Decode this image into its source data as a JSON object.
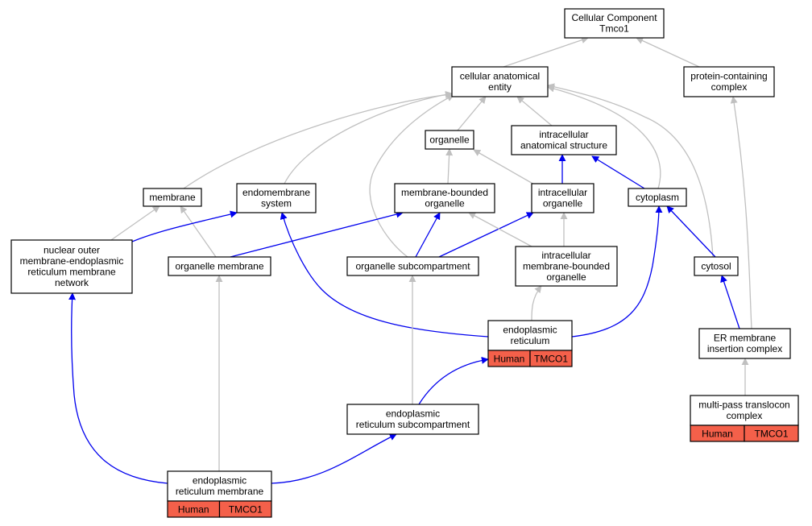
{
  "colors": {
    "is_a_edge": "#c0c0c0",
    "part_of_edge": "#0000ee",
    "annotation_fill": "#f4604a",
    "node_border": "#000000",
    "background": "#ffffff"
  },
  "nodes": [
    {
      "id": "root",
      "lines": [
        "Cellular Component",
        "Tmco1"
      ]
    },
    {
      "id": "cae",
      "lines": [
        "cellular anatomical",
        "entity"
      ]
    },
    {
      "id": "pcc",
      "lines": [
        "protein-containing",
        "complex"
      ]
    },
    {
      "id": "organelle",
      "lines": [
        "organelle"
      ]
    },
    {
      "id": "ias",
      "lines": [
        "intracellular",
        "anatomical structure"
      ]
    },
    {
      "id": "membrane",
      "lines": [
        "membrane"
      ]
    },
    {
      "id": "endomembrane",
      "lines": [
        "endomembrane",
        "system"
      ]
    },
    {
      "id": "mbo",
      "lines": [
        "membrane-bounded",
        "organelle"
      ]
    },
    {
      "id": "intraorg",
      "lines": [
        "intracellular",
        "organelle"
      ]
    },
    {
      "id": "cytoplasm",
      "lines": [
        "cytoplasm"
      ]
    },
    {
      "id": "nuclear",
      "lines": [
        "nuclear outer",
        "membrane-endoplasmic",
        "reticulum membrane",
        "network"
      ]
    },
    {
      "id": "orgmem",
      "lines": [
        "organelle membrane"
      ]
    },
    {
      "id": "orgsub",
      "lines": [
        "organelle subcompartment"
      ]
    },
    {
      "id": "imbo",
      "lines": [
        "intracellular",
        "membrane-bounded",
        "organelle"
      ]
    },
    {
      "id": "cytosol",
      "lines": [
        "cytosol"
      ]
    },
    {
      "id": "er",
      "lines": [
        "endoplasmic",
        "reticulum"
      ],
      "annotation": [
        "Human",
        "TMCO1"
      ]
    },
    {
      "id": "emc",
      "lines": [
        "ER membrane",
        "insertion complex"
      ]
    },
    {
      "id": "ersub",
      "lines": [
        "endoplasmic",
        "reticulum subcompartment"
      ]
    },
    {
      "id": "mptc",
      "lines": [
        "multi-pass translocon",
        "complex"
      ],
      "annotation": [
        "Human",
        "TMCO1"
      ]
    },
    {
      "id": "erm",
      "lines": [
        "endoplasmic",
        "reticulum membrane"
      ],
      "annotation": [
        "Human",
        "TMCO1"
      ]
    }
  ],
  "edges": [
    {
      "from": "cae",
      "to": "root",
      "type": "is_a"
    },
    {
      "from": "pcc",
      "to": "root",
      "type": "is_a"
    },
    {
      "from": "organelle",
      "to": "cae",
      "type": "is_a"
    },
    {
      "from": "ias",
      "to": "cae",
      "type": "is_a"
    },
    {
      "from": "membrane",
      "to": "cae",
      "type": "is_a"
    },
    {
      "from": "endomembrane",
      "to": "cae",
      "type": "is_a"
    },
    {
      "from": "orgsub",
      "to": "cae",
      "type": "is_a"
    },
    {
      "from": "cytoplasm",
      "to": "cae",
      "type": "is_a"
    },
    {
      "from": "cytosol",
      "to": "cae",
      "type": "is_a"
    },
    {
      "from": "mbo",
      "to": "organelle",
      "type": "is_a"
    },
    {
      "from": "intraorg",
      "to": "organelle",
      "type": "is_a"
    },
    {
      "from": "intraorg",
      "to": "ias",
      "type": "part_of"
    },
    {
      "from": "cytoplasm",
      "to": "ias",
      "type": "part_of"
    },
    {
      "from": "nuclear",
      "to": "membrane",
      "type": "is_a"
    },
    {
      "from": "orgmem",
      "to": "membrane",
      "type": "is_a"
    },
    {
      "from": "nuclear",
      "to": "endomembrane",
      "type": "part_of"
    },
    {
      "from": "orgmem",
      "to": "mbo",
      "type": "part_of"
    },
    {
      "from": "orgsub",
      "to": "mbo",
      "type": "part_of"
    },
    {
      "from": "orgsub",
      "to": "intraorg",
      "type": "part_of"
    },
    {
      "from": "imbo",
      "to": "mbo",
      "type": "is_a"
    },
    {
      "from": "imbo",
      "to": "intraorg",
      "type": "is_a"
    },
    {
      "from": "cytosol",
      "to": "cytoplasm",
      "type": "part_of"
    },
    {
      "from": "er",
      "to": "imbo",
      "type": "is_a"
    },
    {
      "from": "er",
      "to": "endomembrane",
      "type": "part_of"
    },
    {
      "from": "er",
      "to": "cytoplasm",
      "type": "part_of"
    },
    {
      "from": "emc",
      "to": "cytosol",
      "type": "part_of"
    },
    {
      "from": "emc",
      "to": "pcc",
      "type": "is_a"
    },
    {
      "from": "ersub",
      "to": "orgsub",
      "type": "is_a"
    },
    {
      "from": "ersub",
      "to": "er",
      "type": "part_of"
    },
    {
      "from": "mptc",
      "to": "emc",
      "type": "is_a"
    },
    {
      "from": "erm",
      "to": "orgmem",
      "type": "is_a"
    },
    {
      "from": "erm",
      "to": "nuclear",
      "type": "part_of"
    },
    {
      "from": "erm",
      "to": "ersub",
      "type": "part_of"
    }
  ]
}
